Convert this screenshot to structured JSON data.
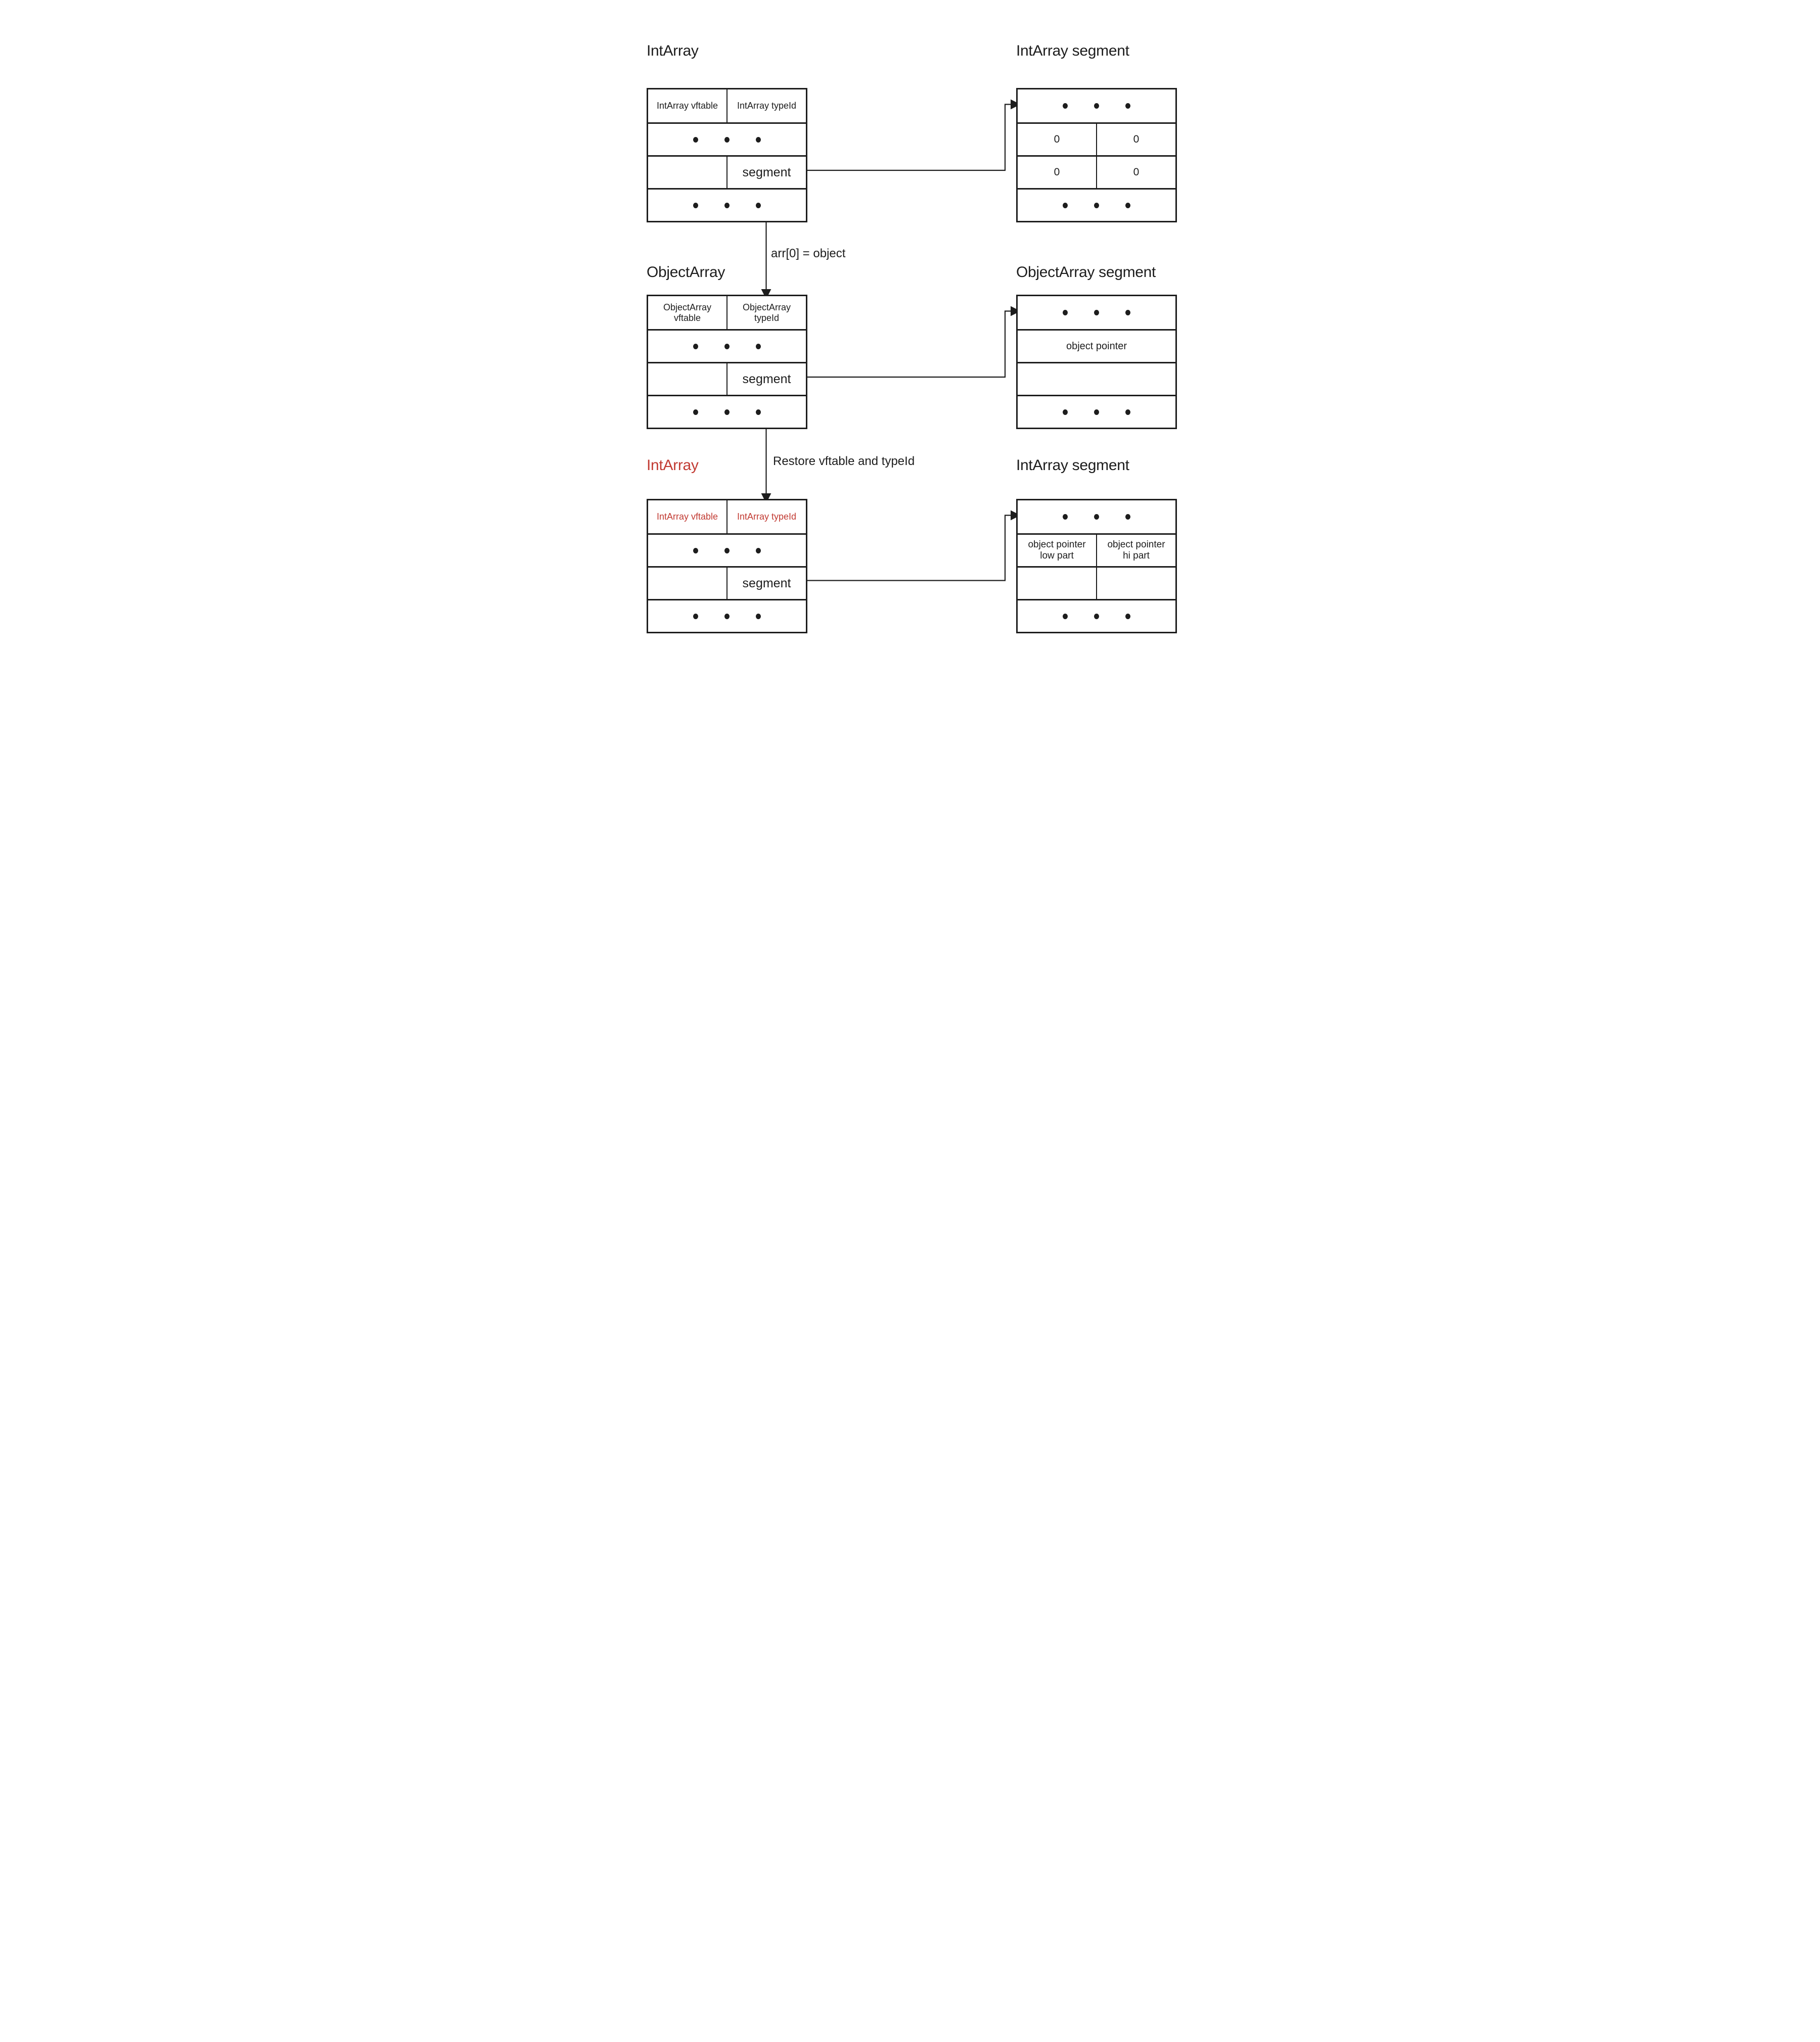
{
  "colors": {
    "ink": "#1d1d1d",
    "accent_red": "#c23b33",
    "background": "#ffffff"
  },
  "transitions": {
    "assign_label": "arr[0] = object",
    "restore_label": "Restore vftable and typeId"
  },
  "tables": {
    "intarray_before": {
      "title": "IntArray",
      "vftable": "IntArray vftable",
      "typeid": "IntArray typeId",
      "segment": "segment"
    },
    "intarray_segment_before": {
      "title": "IntArray segment",
      "r2c1": "0",
      "r2c2": "0",
      "r3c1": "0",
      "r3c2": "0"
    },
    "objectarray": {
      "title": "ObjectArray",
      "vftable": "ObjectArray\nvftable",
      "typeid": "ObjectArray\ntypeId",
      "segment": "segment"
    },
    "objectarray_segment": {
      "title": "ObjectArray segment",
      "object_pointer": "object pointer"
    },
    "intarray_after": {
      "title": "IntArray",
      "vftable": "IntArray vftable",
      "typeid": "IntArray typeId",
      "segment": "segment"
    },
    "intarray_segment_after": {
      "title": "IntArray segment",
      "low": "object pointer\nlow part",
      "hi": "object pointer\nhi part"
    }
  }
}
